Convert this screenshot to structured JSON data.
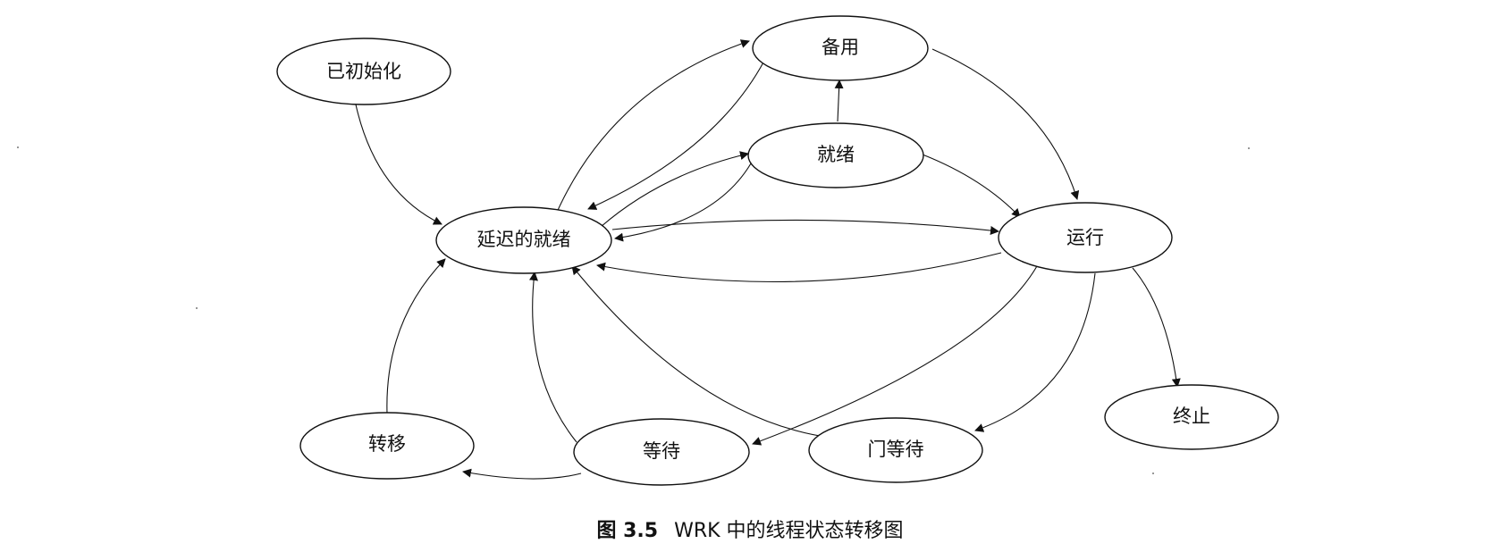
{
  "states": {
    "initialized": "已初始化",
    "standby": "备用",
    "ready": "就绪",
    "deferred_ready": "延迟的就绪",
    "running": "运行",
    "transition": "转移",
    "waiting": "等待",
    "gate_waiting": "门等待",
    "terminated": "终止"
  },
  "transitions": [
    {
      "from": "initialized",
      "to": "deferred_ready"
    },
    {
      "from": "deferred_ready",
      "to": "standby"
    },
    {
      "from": "standby",
      "to": "deferred_ready"
    },
    {
      "from": "ready",
      "to": "standby"
    },
    {
      "from": "deferred_ready",
      "to": "ready"
    },
    {
      "from": "ready",
      "to": "deferred_ready"
    },
    {
      "from": "ready",
      "to": "running"
    },
    {
      "from": "standby",
      "to": "running"
    },
    {
      "from": "deferred_ready",
      "to": "running"
    },
    {
      "from": "running",
      "to": "deferred_ready"
    },
    {
      "from": "running",
      "to": "waiting"
    },
    {
      "from": "running",
      "to": "gate_waiting"
    },
    {
      "from": "running",
      "to": "terminated"
    },
    {
      "from": "transition",
      "to": "deferred_ready"
    },
    {
      "from": "waiting",
      "to": "deferred_ready"
    },
    {
      "from": "gate_waiting",
      "to": "deferred_ready"
    },
    {
      "from": "waiting",
      "to": "transition"
    }
  ],
  "caption": {
    "figure_number": "图 3.5",
    "title": "WRK 中的线程状态转移图"
  }
}
